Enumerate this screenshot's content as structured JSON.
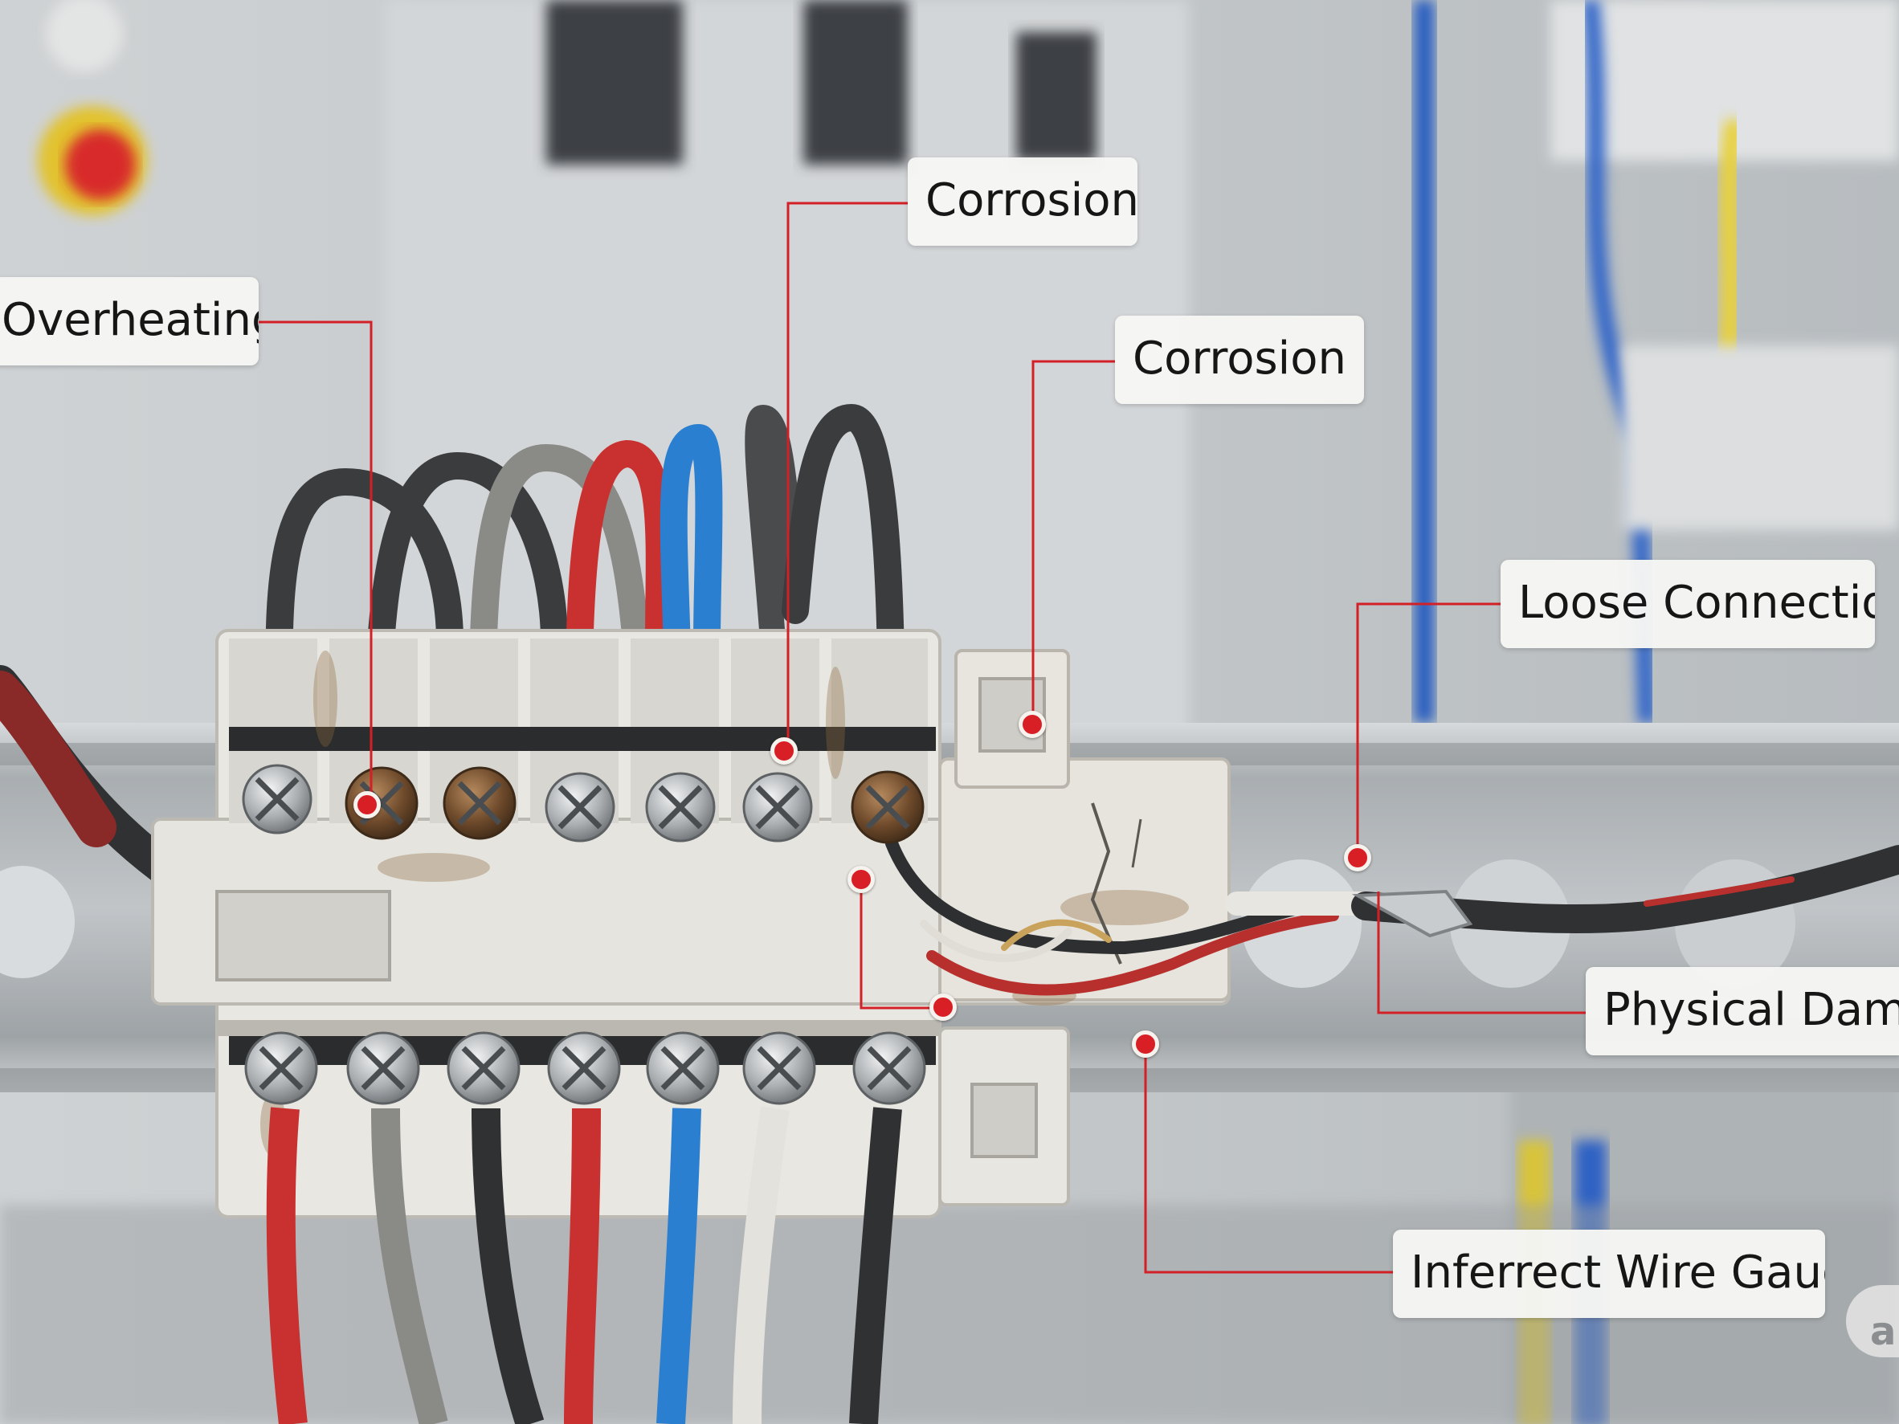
{
  "labels": {
    "overheating": "Overheating",
    "corrosion_1": "Corrosion",
    "corrosion_2": "Corrosion",
    "loose_connection": "Loose Connection",
    "physical_damage": "Physical Damag",
    "incorrect_wire_gauge": "Inferrect Wire Gauge"
  },
  "watermark": {
    "text": "al"
  },
  "colors": {
    "leader_line": "#d32026",
    "marker": "#d91f26",
    "wire_red": "#c8312f",
    "wire_blue": "#2a7fd0",
    "wire_black": "#3a3c3e",
    "wire_gray": "#8a8a86",
    "wire_white": "#e4e2dc",
    "terminal_block": "#e9e7e2",
    "din_rail": "#b4b8bb"
  }
}
